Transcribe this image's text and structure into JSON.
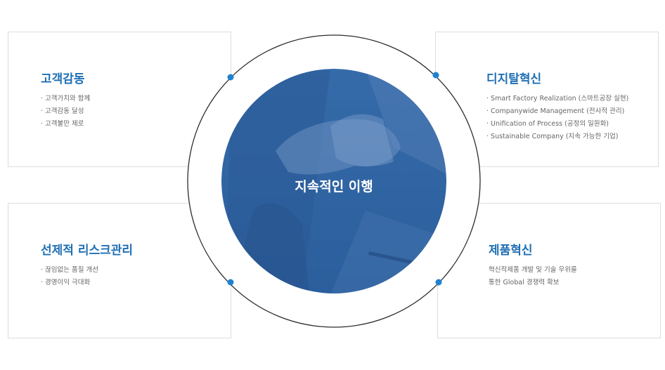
{
  "center": {
    "title": "지속적인 이행"
  },
  "top_left": {
    "title": "고객감동",
    "items": [
      "고객가치와 함께",
      "고객감동 달성",
      "고객불만 제로"
    ]
  },
  "top_right": {
    "title": "디지탈혁신",
    "items": [
      "Smart Factory Realization (스마트공장 실현)",
      "Companywide Management (전사적 관리)",
      "Unification of Process (공정의 일원화)",
      "Sustainable Company (지속 가능한 기업)"
    ]
  },
  "bottom_left": {
    "title": "선제적 리스크관리",
    "items": [
      "끊임없는 품질 개선",
      "경영이익 극대화"
    ]
  },
  "bottom_right": {
    "title": "제품혁신",
    "lines": [
      "혁신적제품 개발 및 기술 우위를",
      "통한 Global 경쟁력 확보"
    ]
  },
  "colors": {
    "accent": "#1f6fb3",
    "circle_fill": "#2d63a3",
    "dot": "#1e82d2"
  }
}
